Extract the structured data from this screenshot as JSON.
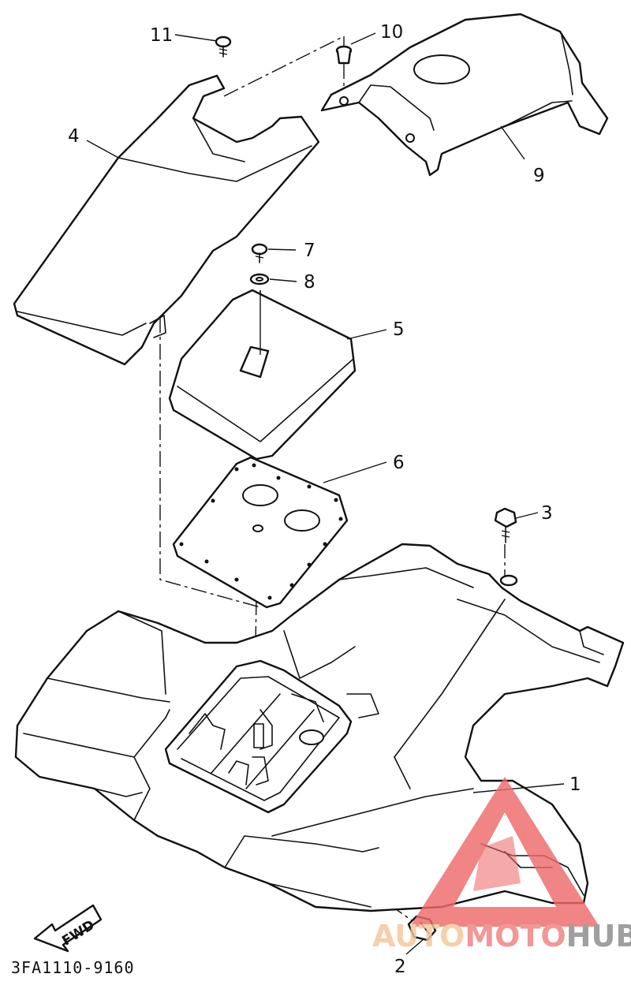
{
  "diagram": {
    "drawing_code": "3FA1110-9160",
    "direction_arrow_label": "FWD",
    "callouts": [
      "1",
      "2",
      "3",
      "4",
      "5",
      "6",
      "7",
      "8",
      "9",
      "10",
      "11"
    ]
  },
  "watermark": {
    "text_auto": "AUTO",
    "text_moto": "MOTO",
    "text_hub": "HUB",
    "colors": {
      "auto": "#f5c59a",
      "moto": "#f08080",
      "hub": "#8a8a8a",
      "triangle": "#ee6a6a"
    }
  }
}
